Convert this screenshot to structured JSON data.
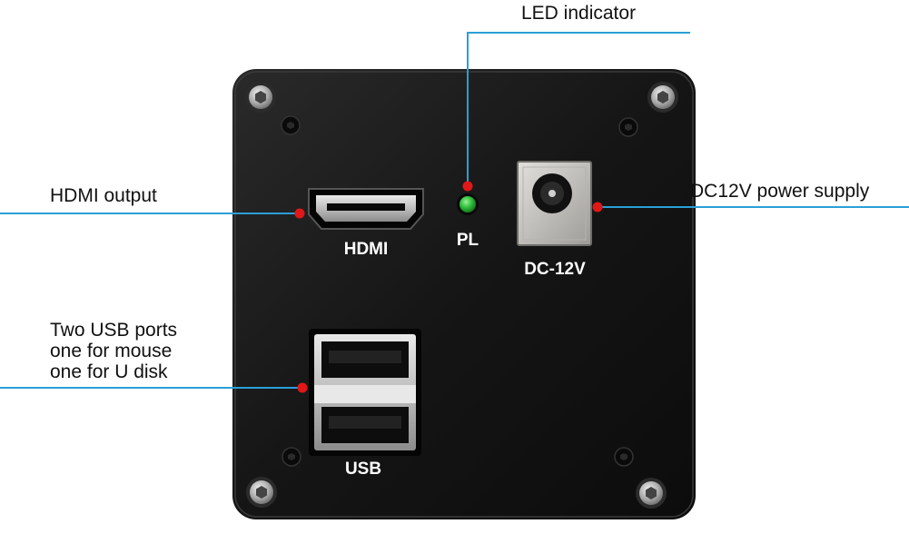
{
  "callouts": {
    "led": "LED indicator",
    "hdmi": "HDMI output",
    "dc": "DC12V power supply",
    "usb": [
      "Two USB ports",
      "one for mouse",
      "one for U disk"
    ]
  },
  "device_labels": {
    "hdmi": "HDMI",
    "pl": "PL",
    "dc": "DC-12V",
    "usb": "USB"
  },
  "colors": {
    "leader_line": "#2a9fd8",
    "callout_dot": "#e01818",
    "panel": "#141414",
    "led": "#2fbf3a"
  }
}
